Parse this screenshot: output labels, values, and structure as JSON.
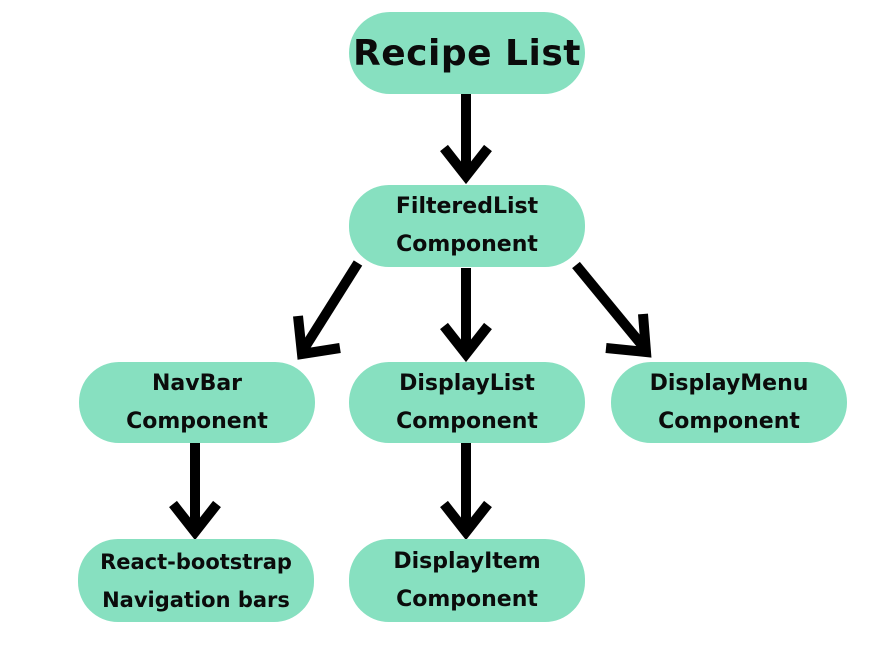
{
  "colors": {
    "node_fill": "#87e0c0",
    "text": "#0b0b0b",
    "arrow": "#000000"
  },
  "nodes": {
    "root": {
      "label": "Recipe List"
    },
    "filtered": {
      "line1": "FilteredList",
      "line2": "Component"
    },
    "navbar": {
      "line1": "NavBar",
      "line2": "Component"
    },
    "display_list": {
      "line1": "DisplayList",
      "line2": "Component"
    },
    "display_menu": {
      "line1": "DisplayMenu",
      "line2": "Component"
    },
    "react_bootstrap": {
      "line1": "React-bootstrap",
      "line2": "Navigation bars"
    },
    "display_item": {
      "line1": "DisplayItem",
      "line2": "Component"
    }
  },
  "edges": [
    {
      "from": "root",
      "to": "filtered"
    },
    {
      "from": "filtered",
      "to": "navbar"
    },
    {
      "from": "filtered",
      "to": "display_list"
    },
    {
      "from": "filtered",
      "to": "display_menu"
    },
    {
      "from": "navbar",
      "to": "react_bootstrap"
    },
    {
      "from": "display_list",
      "to": "display_item"
    }
  ]
}
